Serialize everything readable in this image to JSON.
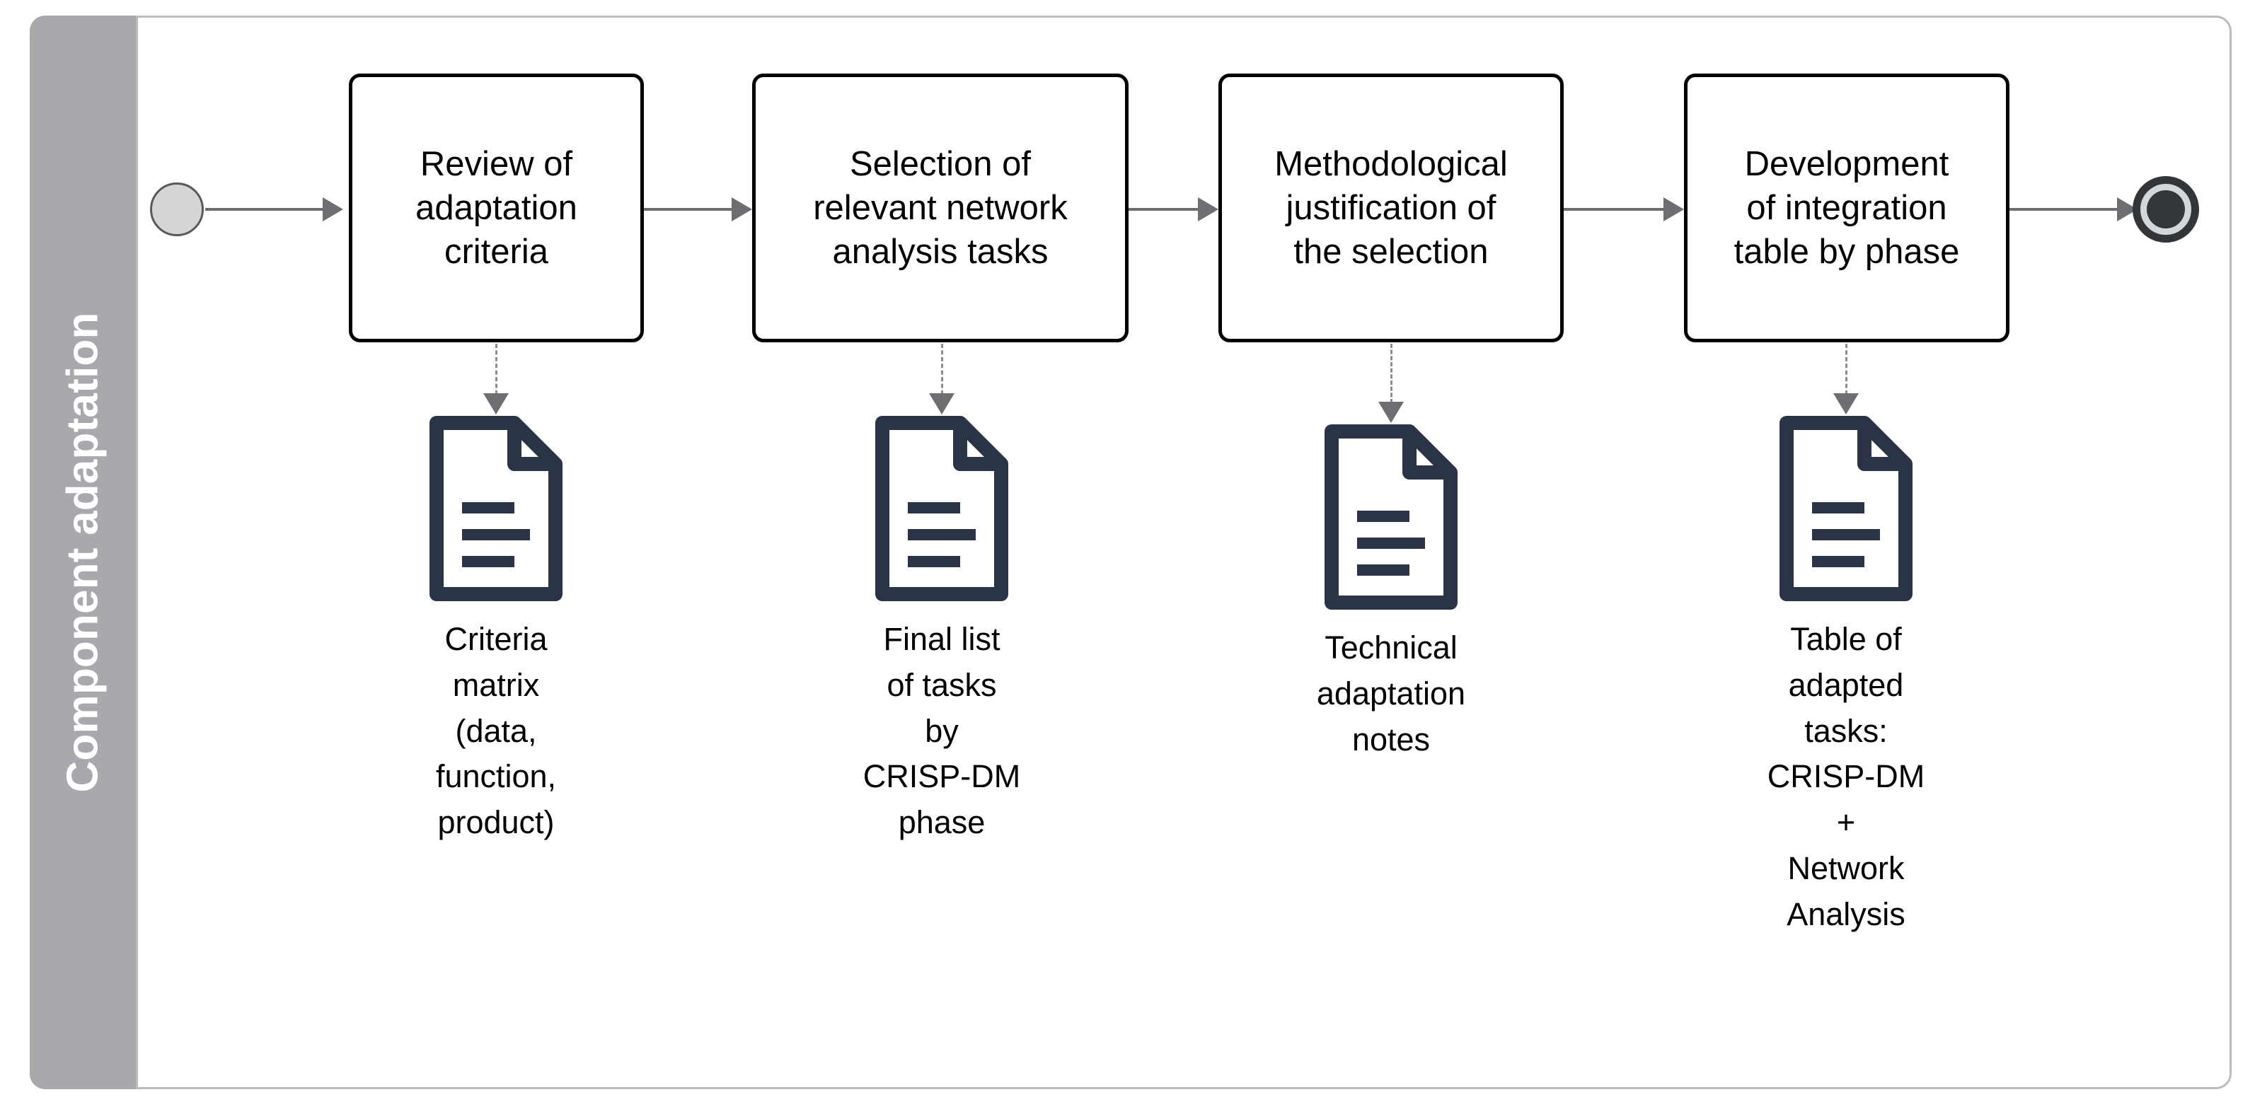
{
  "lane": {
    "label": "Component adaptation",
    "header_color": "#a7a9ac",
    "frame_color": "#b8bcc0"
  },
  "events": {
    "start": {
      "name": "start-event",
      "fill": "#d4d6d8",
      "stroke": "#58595b"
    },
    "end": {
      "name": "end-event",
      "fill": "#333638",
      "ring": "#d4d6d8"
    }
  },
  "tasks": [
    {
      "id": "task-review-criteria",
      "label": "Review of\nadaptation\ncriteria"
    },
    {
      "id": "task-selection-network-tasks",
      "label": "Selection of\nrelevant network\nanalysis tasks"
    },
    {
      "id": "task-methodological-justification",
      "label": "Methodological\njustification of\nthe selection"
    },
    {
      "id": "task-integration-table",
      "label": "Development\nof integration\ntable by phase"
    }
  ],
  "data_objects": [
    {
      "id": "data-criteria-matrix",
      "icon": "document-icon",
      "label": "Criteria\nmatrix\n(data,\nfunction,\nproduct)"
    },
    {
      "id": "data-final-task-list",
      "icon": "document-icon",
      "label": "Final list\nof tasks\nby\nCRISP-DM\nphase"
    },
    {
      "id": "data-technical-notes",
      "icon": "document-icon",
      "label": "Technical\nadaptation\nnotes"
    },
    {
      "id": "data-adapted-tasks-table",
      "icon": "document-icon",
      "label": "Table of\nadapted\ntasks:\nCRISP-DM\n+\nNetwork\nAnalysis"
    }
  ],
  "colors": {
    "document_stroke": "#2a3446",
    "flow_line": "#6d6e71",
    "association_line": "#8c8c8c",
    "task_border": "#000000",
    "background": "#ffffff"
  }
}
